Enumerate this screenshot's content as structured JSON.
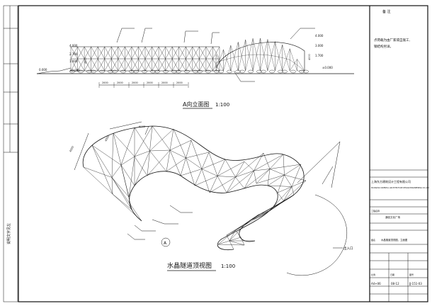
{
  "elevation": {
    "title": "A向立面图",
    "scale": "1:100",
    "dims_bottom": [
      "2000",
      "2000",
      "2000",
      "2000",
      "2000",
      "2000"
    ],
    "levels_left": [
      "4.000",
      "2.700",
      "1.000",
      "±0.000"
    ],
    "levels_right": [
      "4.000",
      "3.000",
      "1.700",
      "±0.000"
    ],
    "level_far_left": "0.000",
    "height_labels": [
      "4500",
      "4000"
    ]
  },
  "plan": {
    "title": "水晶隧道顶视图",
    "scale": "1:100",
    "entrance": "出入口",
    "dims": [
      "4000",
      "4000",
      "6000"
    ],
    "marker": "A"
  },
  "remarks": {
    "heading": "备 注",
    "lines": [
      "点荷载为由厂家或自施工,",
      "钢结构另详。"
    ]
  },
  "title_block": {
    "company": "上海东方建筑设计工程有限公司",
    "company_en": "SHANGHAI ORIENTAL ARCHITECTURE DESIGN ENGINEERING CO.,LTD.",
    "project_label": "工程名称",
    "project": "通信文化广场",
    "drawing_label": "图名",
    "drawing": "水晶隧道顶视图、立面图",
    "number_label": "图号",
    "number": "JJ-151-03",
    "date_label": "日期",
    "date": "08-12",
    "scale_label": "比例",
    "scale": "A4+06"
  },
  "left_strip": {
    "text": "说明文字见左"
  }
}
